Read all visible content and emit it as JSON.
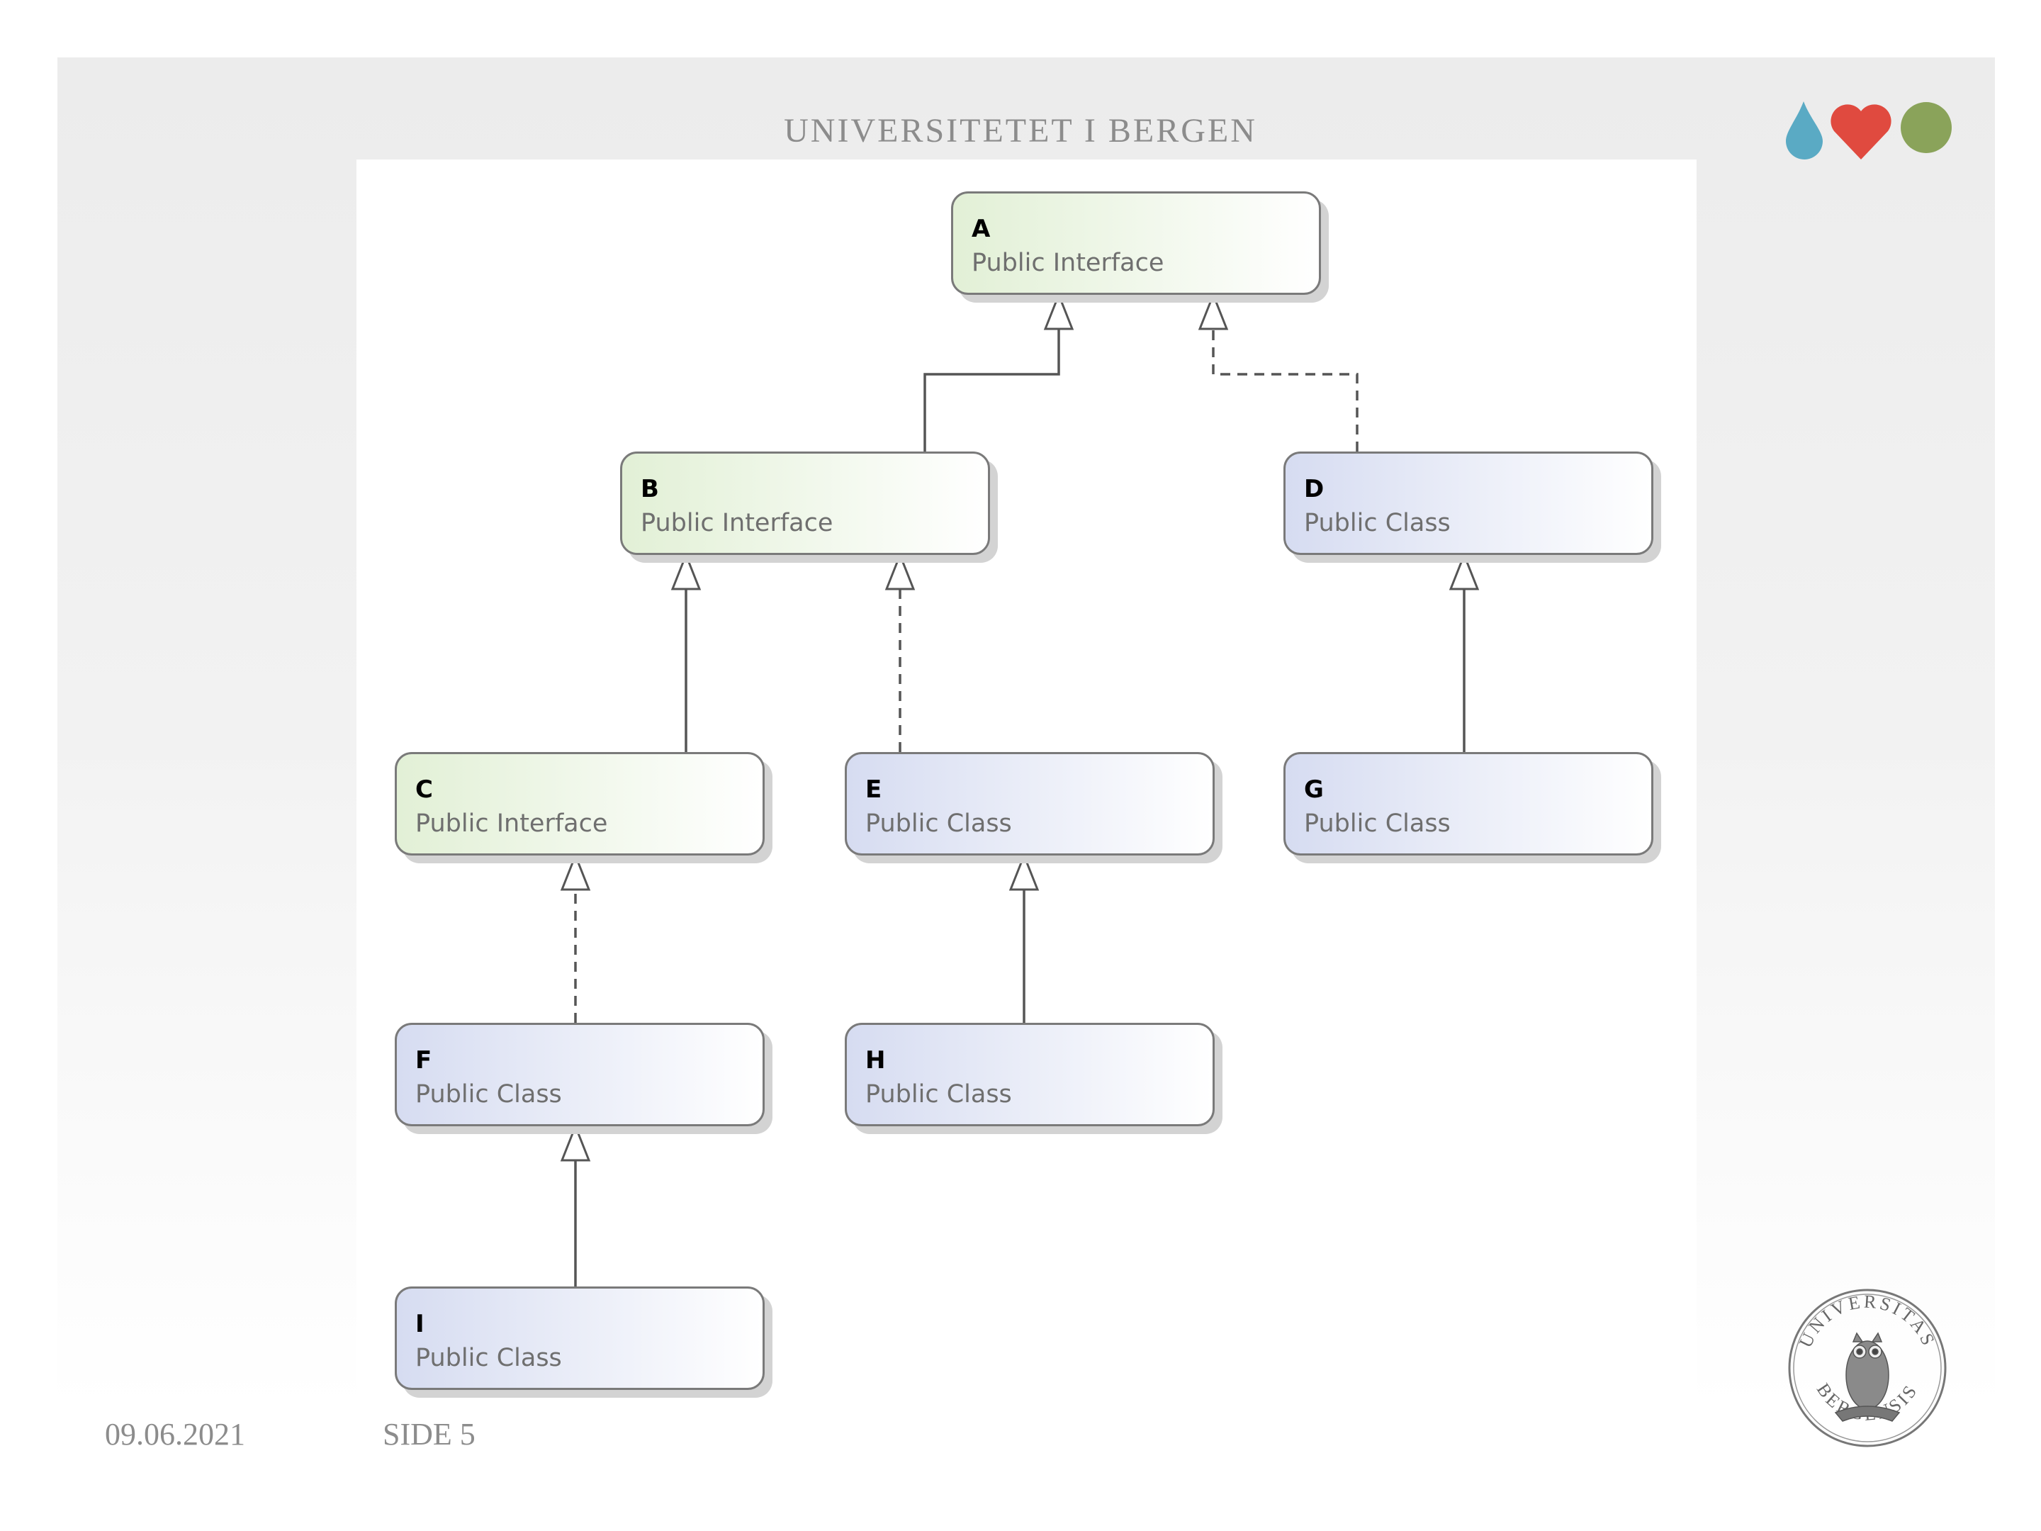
{
  "header": {
    "title": "UNIVERSITETET I BERGEN"
  },
  "footer": {
    "date": "09.06.2021",
    "page": "SIDE 5"
  },
  "logo": {
    "icons": [
      "water-drop-icon",
      "heart-icon",
      "circle-icon"
    ],
    "colors": {
      "drop": "#5aaac4",
      "heart": "#e04a3f",
      "circle": "#8aa35a"
    }
  },
  "seal": {
    "text": "UNIVERSITAS BERGENSIS"
  },
  "diagram": {
    "nodes": [
      {
        "id": "A",
        "name": "A",
        "type": "Public Interface"
      },
      {
        "id": "B",
        "name": "B",
        "type": "Public Interface"
      },
      {
        "id": "C",
        "name": "C",
        "type": "Public Interface"
      },
      {
        "id": "D",
        "name": "D",
        "type": "Public Class"
      },
      {
        "id": "E",
        "name": "E",
        "type": "Public Class"
      },
      {
        "id": "F",
        "name": "F",
        "type": "Public Class"
      },
      {
        "id": "G",
        "name": "G",
        "type": "Public Class"
      },
      {
        "id": "H",
        "name": "H",
        "type": "Public Class"
      },
      {
        "id": "I",
        "name": "I",
        "type": "Public Class"
      }
    ],
    "edges": [
      {
        "from": "B",
        "to": "A",
        "style": "solid"
      },
      {
        "from": "D",
        "to": "A",
        "style": "dashed"
      },
      {
        "from": "C",
        "to": "B",
        "style": "solid"
      },
      {
        "from": "E",
        "to": "B",
        "style": "dashed"
      },
      {
        "from": "G",
        "to": "D",
        "style": "solid"
      },
      {
        "from": "F",
        "to": "C",
        "style": "dashed"
      },
      {
        "from": "H",
        "to": "E",
        "style": "solid"
      },
      {
        "from": "I",
        "to": "F",
        "style": "solid"
      }
    ],
    "colors": {
      "interface_fill": "#e2f0d6",
      "class_fill": "#d6dcf1",
      "border": "#7a7a7a",
      "edge": "#555555"
    }
  }
}
